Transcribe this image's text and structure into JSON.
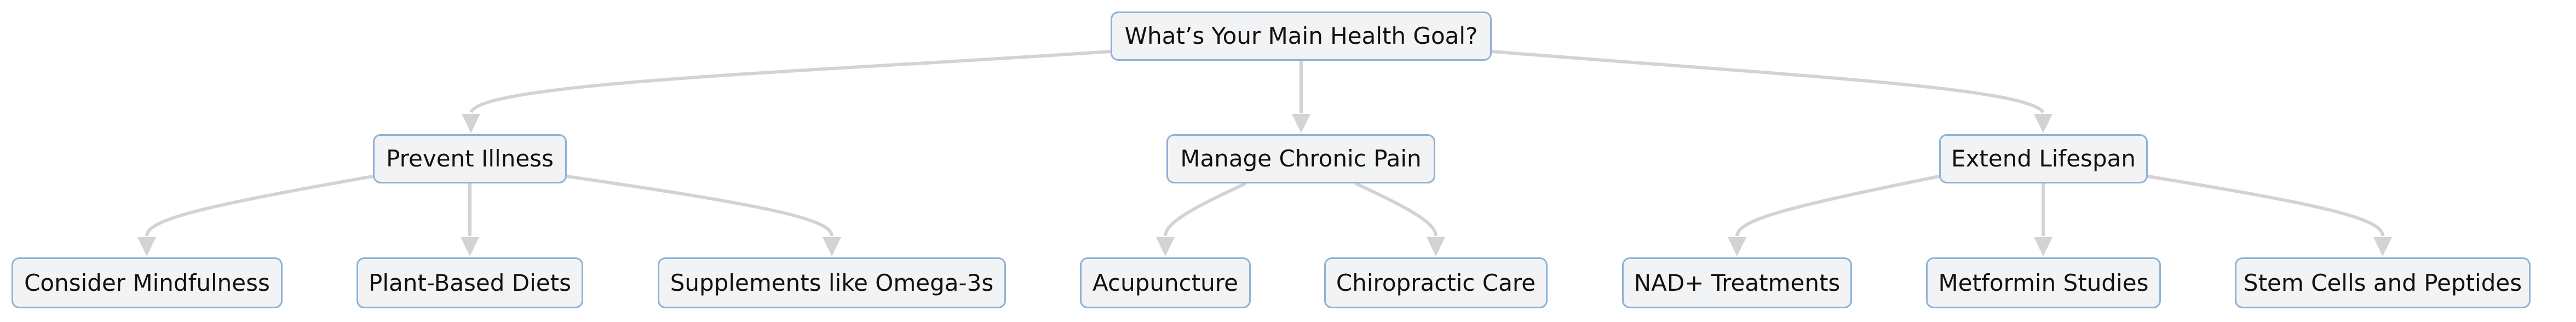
{
  "diagram": {
    "root": {
      "label": "What’s Your Main Health Goal?"
    },
    "branches": [
      {
        "label": "Prevent Illness",
        "children": [
          "Consider Mindfulness",
          "Plant-Based Diets",
          "Supplements like Omega-3s"
        ]
      },
      {
        "label": "Manage Chronic Pain",
        "children": [
          "Acupuncture",
          "Chiropractic Care"
        ]
      },
      {
        "label": "Extend Lifespan",
        "children": [
          "NAD+ Treatments",
          "Metformin Studies",
          "Stem Cells and Peptides"
        ]
      }
    ],
    "colors": {
      "node_fill": "#f1f3f5",
      "node_border": "#8fb2d6",
      "edge": "#d3d3d3",
      "text": "#111111"
    }
  }
}
